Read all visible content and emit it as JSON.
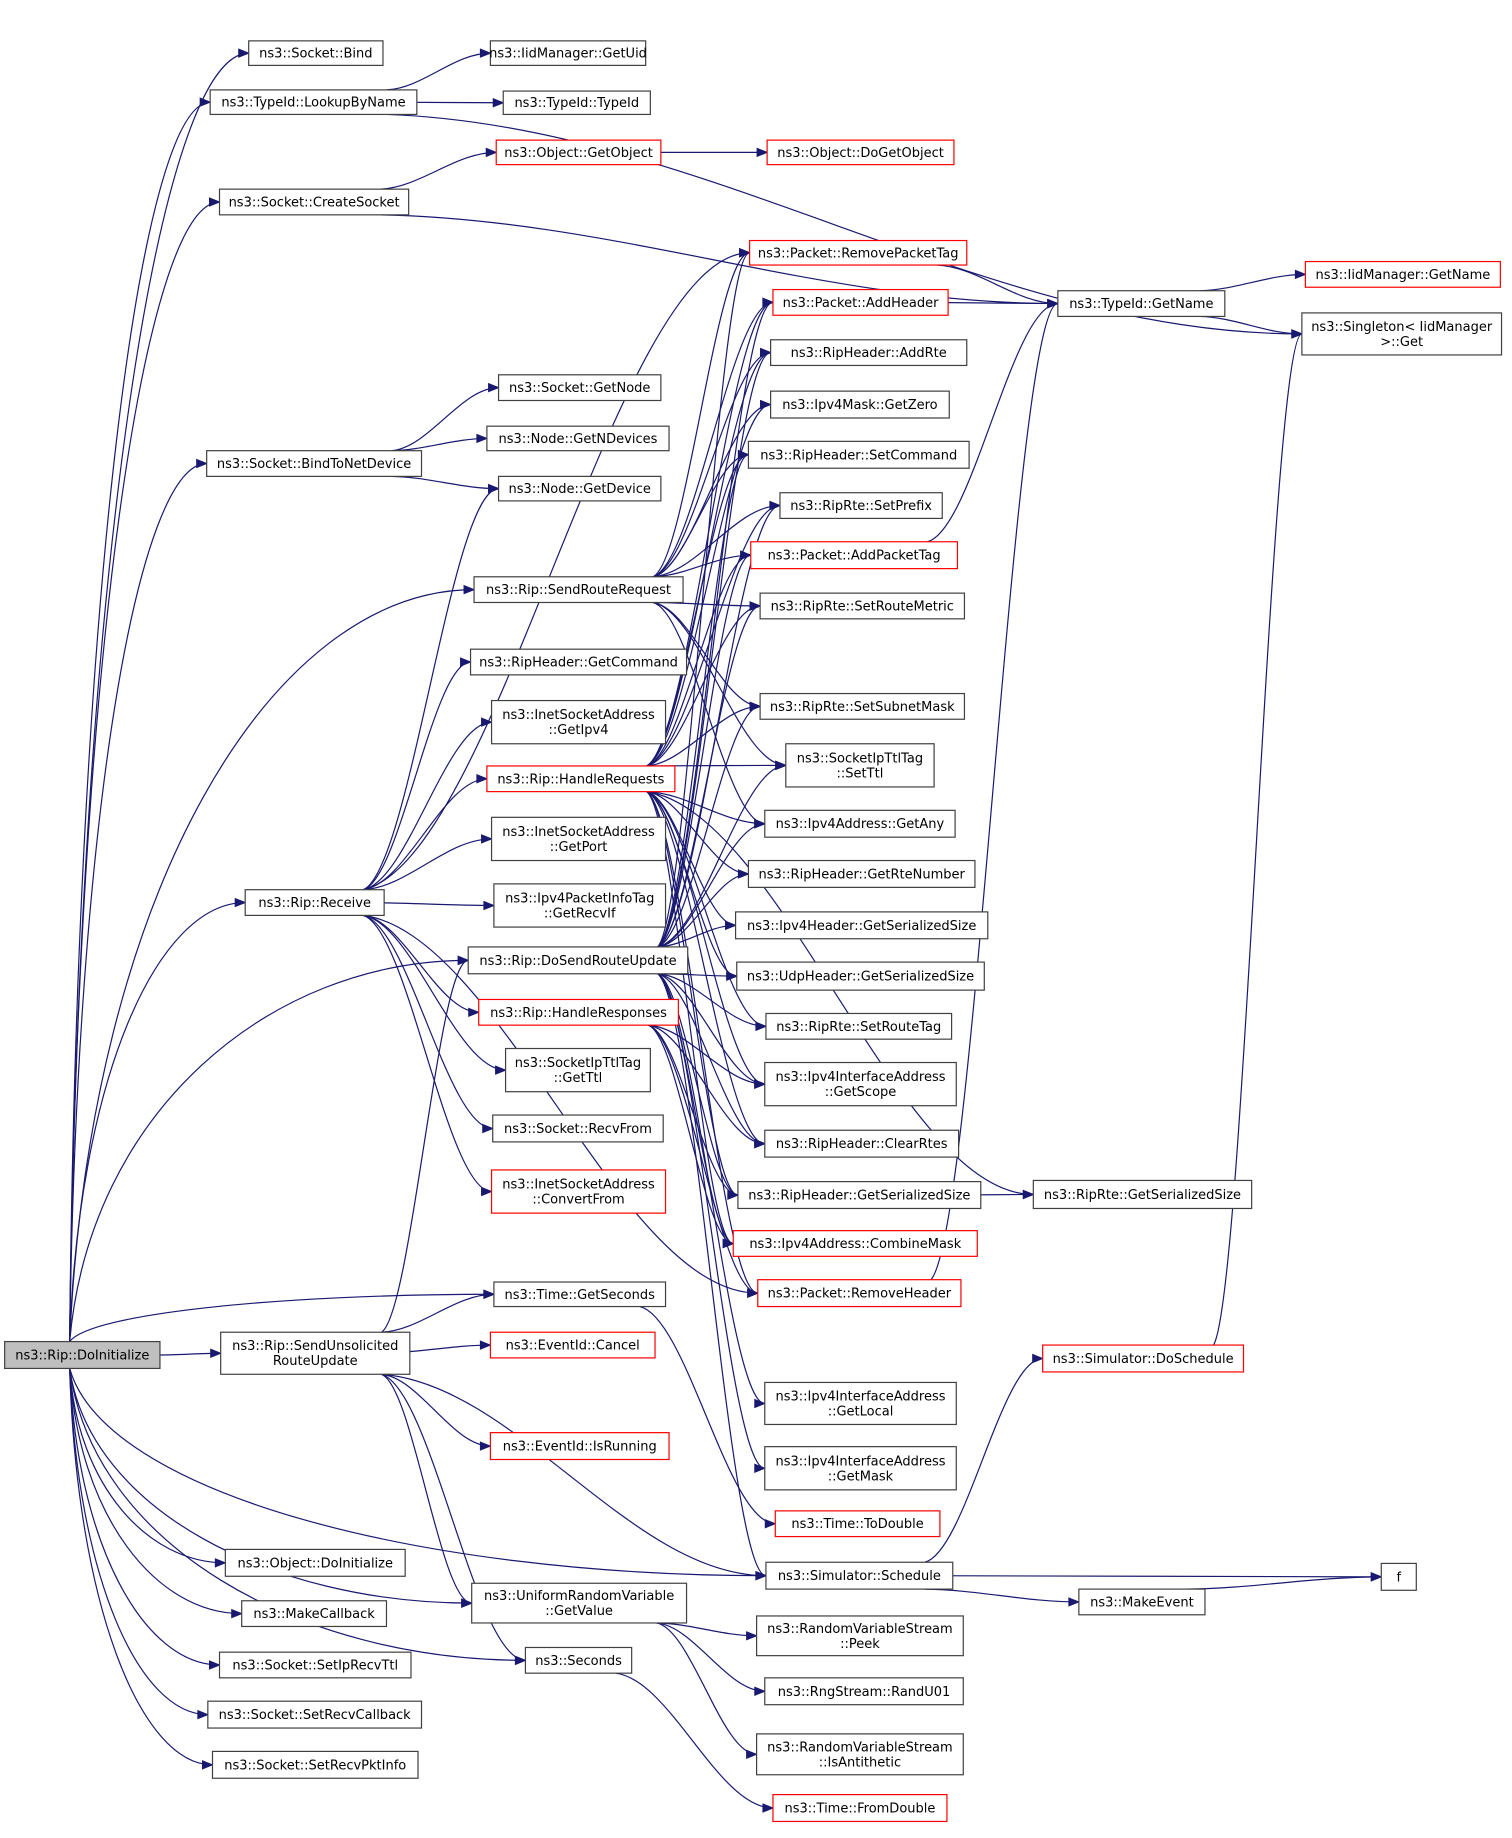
{
  "title": "Call graph of ns3::Rip::DoInitialize",
  "colors": {
    "edge": "#191970",
    "node_border": "#404040",
    "node_border_external": "#ff0000",
    "root_fill": "#bfbfbf",
    "node_fill": "#ffffff"
  },
  "nodes": [
    {
      "id": "doinit",
      "lines": [
        "ns3::Rip::DoInitialize"
      ],
      "style": "root"
    },
    {
      "id": "bind",
      "lines": [
        "ns3::Socket::Bind"
      ],
      "style": "normal"
    },
    {
      "id": "lookup",
      "lines": [
        "ns3::TypeId::LookupByName"
      ],
      "style": "normal"
    },
    {
      "id": "getuid",
      "lines": [
        "ns3::IidManager::GetUid"
      ],
      "style": "normal"
    },
    {
      "id": "typeid",
      "lines": [
        "ns3::TypeId::TypeId"
      ],
      "style": "normal"
    },
    {
      "id": "getobject",
      "lines": [
        "ns3::Object::GetObject"
      ],
      "style": "red"
    },
    {
      "id": "dogetobject",
      "lines": [
        "ns3::Object::DoGetObject"
      ],
      "style": "red"
    },
    {
      "id": "createsocket",
      "lines": [
        "ns3::Socket::CreateSocket"
      ],
      "style": "normal"
    },
    {
      "id": "removepackettag",
      "lines": [
        "ns3::Packet::RemovePacketTag"
      ],
      "style": "red"
    },
    {
      "id": "addheader",
      "lines": [
        "ns3::Packet::AddHeader"
      ],
      "style": "red"
    },
    {
      "id": "getname",
      "lines": [
        "ns3::TypeId::GetName"
      ],
      "style": "normal"
    },
    {
      "id": "iidgetname",
      "lines": [
        "ns3::IidManager::GetName"
      ],
      "style": "red"
    },
    {
      "id": "singleton",
      "lines": [
        "ns3::Singleton< IidManager",
        ">::Get"
      ],
      "style": "normal"
    },
    {
      "id": "addrte",
      "lines": [
        "ns3::RipHeader::AddRte"
      ],
      "style": "normal"
    },
    {
      "id": "getnode",
      "lines": [
        "ns3::Socket::GetNode"
      ],
      "style": "normal"
    },
    {
      "id": "getzero",
      "lines": [
        "ns3::Ipv4Mask::GetZero"
      ],
      "style": "normal"
    },
    {
      "id": "getndevices",
      "lines": [
        "ns3::Node::GetNDevices"
      ],
      "style": "normal"
    },
    {
      "id": "bindtonetdevice",
      "lines": [
        "ns3::Socket::BindToNetDevice"
      ],
      "style": "normal"
    },
    {
      "id": "setcommand",
      "lines": [
        "ns3::RipHeader::SetCommand"
      ],
      "style": "normal"
    },
    {
      "id": "getdevice",
      "lines": [
        "ns3::Node::GetDevice"
      ],
      "style": "normal"
    },
    {
      "id": "setprefix",
      "lines": [
        "ns3::RipRte::SetPrefix"
      ],
      "style": "normal"
    },
    {
      "id": "addpackettag",
      "lines": [
        "ns3::Packet::AddPacketTag"
      ],
      "style": "red"
    },
    {
      "id": "sendrouterequest",
      "lines": [
        "ns3::Rip::SendRouteRequest"
      ],
      "style": "normal"
    },
    {
      "id": "setroutemetric",
      "lines": [
        "ns3::RipRte::SetRouteMetric"
      ],
      "style": "normal"
    },
    {
      "id": "getcommand",
      "lines": [
        "ns3::RipHeader::GetCommand"
      ],
      "style": "normal"
    },
    {
      "id": "setsubnetmask",
      "lines": [
        "ns3::RipRte::SetSubnetMask"
      ],
      "style": "normal"
    },
    {
      "id": "getipv4",
      "lines": [
        "ns3::InetSocketAddress",
        "::GetIpv4"
      ],
      "style": "normal"
    },
    {
      "id": "setttl",
      "lines": [
        "ns3::SocketIpTtlTag",
        "::SetTtl"
      ],
      "style": "normal"
    },
    {
      "id": "handlerequests",
      "lines": [
        "ns3::Rip::HandleRequests"
      ],
      "style": "red"
    },
    {
      "id": "getany",
      "lines": [
        "ns3::Ipv4Address::GetAny"
      ],
      "style": "normal"
    },
    {
      "id": "getport",
      "lines": [
        "ns3::InetSocketAddress",
        "::GetPort"
      ],
      "style": "normal"
    },
    {
      "id": "getrtenumber",
      "lines": [
        "ns3::RipHeader::GetRteNumber"
      ],
      "style": "normal"
    },
    {
      "id": "receive",
      "lines": [
        "ns3::Rip::Receive"
      ],
      "style": "normal"
    },
    {
      "id": "getrecvif",
      "lines": [
        "ns3::Ipv4PacketInfoTag",
        "::GetRecvIf"
      ],
      "style": "normal"
    },
    {
      "id": "ipv4hdrsize",
      "lines": [
        "ns3::Ipv4Header::GetSerializedSize"
      ],
      "style": "normal"
    },
    {
      "id": "dosendrouteupdate",
      "lines": [
        "ns3::Rip::DoSendRouteUpdate"
      ],
      "style": "normal"
    },
    {
      "id": "udphdrsize",
      "lines": [
        "ns3::UdpHeader::GetSerializedSize"
      ],
      "style": "normal"
    },
    {
      "id": "handleresponses",
      "lines": [
        "ns3::Rip::HandleResponses"
      ],
      "style": "red"
    },
    {
      "id": "setroutetag",
      "lines": [
        "ns3::RipRte::SetRouteTag"
      ],
      "style": "normal"
    },
    {
      "id": "getttl",
      "lines": [
        "ns3::SocketIpTtlTag",
        "::GetTtl"
      ],
      "style": "normal"
    },
    {
      "id": "getscope",
      "lines": [
        "ns3::Ipv4InterfaceAddress",
        "::GetScope"
      ],
      "style": "normal"
    },
    {
      "id": "recvfrom",
      "lines": [
        "ns3::Socket::RecvFrom"
      ],
      "style": "normal"
    },
    {
      "id": "clearrtes",
      "lines": [
        "ns3::RipHeader::ClearRtes"
      ],
      "style": "normal"
    },
    {
      "id": "convertfrom",
      "lines": [
        "ns3::InetSocketAddress",
        "::ConvertFrom"
      ],
      "style": "red"
    },
    {
      "id": "riphdrsize",
      "lines": [
        "ns3::RipHeader::GetSerializedSize"
      ],
      "style": "normal"
    },
    {
      "id": "ripgrtesize",
      "lines": [
        "ns3::RipRte::GetSerializedSize"
      ],
      "style": "normal"
    },
    {
      "id": "combinemask",
      "lines": [
        "ns3::Ipv4Address::CombineMask"
      ],
      "style": "red"
    },
    {
      "id": "removeheader",
      "lines": [
        "ns3::Packet::RemoveHeader"
      ],
      "style": "red"
    },
    {
      "id": "getseconds",
      "lines": [
        "ns3::Time::GetSeconds"
      ],
      "style": "normal"
    },
    {
      "id": "sendunsolicited",
      "lines": [
        "ns3::Rip::SendUnsolicited",
        "RouteUpdate"
      ],
      "style": "normal"
    },
    {
      "id": "cancel",
      "lines": [
        "ns3::EventId::Cancel"
      ],
      "style": "red"
    },
    {
      "id": "doschedule",
      "lines": [
        "ns3::Simulator::DoSchedule"
      ],
      "style": "red"
    },
    {
      "id": "getlocal",
      "lines": [
        "ns3::Ipv4InterfaceAddress",
        "::GetLocal"
      ],
      "style": "normal"
    },
    {
      "id": "isrunning",
      "lines": [
        "ns3::EventId::IsRunning"
      ],
      "style": "red"
    },
    {
      "id": "getmask",
      "lines": [
        "ns3::Ipv4InterfaceAddress",
        "::GetMask"
      ],
      "style": "normal"
    },
    {
      "id": "todouble",
      "lines": [
        "ns3::Time::ToDouble"
      ],
      "style": "red"
    },
    {
      "id": "objdoinit",
      "lines": [
        "ns3::Object::DoInitialize"
      ],
      "style": "normal"
    },
    {
      "id": "schedule",
      "lines": [
        "ns3::Simulator::Schedule"
      ],
      "style": "normal"
    },
    {
      "id": "f",
      "lines": [
        "f"
      ],
      "style": "normal"
    },
    {
      "id": "makeevent",
      "lines": [
        "ns3::MakeEvent"
      ],
      "style": "normal"
    },
    {
      "id": "uniformgetvalue",
      "lines": [
        "ns3::UniformRandomVariable",
        "::GetValue"
      ],
      "style": "normal"
    },
    {
      "id": "makecallback",
      "lines": [
        "ns3::MakeCallback"
      ],
      "style": "normal"
    },
    {
      "id": "peek",
      "lines": [
        "ns3::RandomVariableStream",
        "::Peek"
      ],
      "style": "normal"
    },
    {
      "id": "setiprecvttl",
      "lines": [
        "ns3::Socket::SetIpRecvTtl"
      ],
      "style": "normal"
    },
    {
      "id": "seconds",
      "lines": [
        "ns3::Seconds"
      ],
      "style": "normal"
    },
    {
      "id": "randu01",
      "lines": [
        "ns3::RngStream::RandU01"
      ],
      "style": "normal"
    },
    {
      "id": "setrecvcallback",
      "lines": [
        "ns3::Socket::SetRecvCallback"
      ],
      "style": "normal"
    },
    {
      "id": "isantithetic",
      "lines": [
        "ns3::RandomVariableStream",
        "::IsAntithetic"
      ],
      "style": "normal"
    },
    {
      "id": "setrecvpktinfo",
      "lines": [
        "ns3::Socket::SetRecvPktInfo"
      ],
      "style": "normal"
    },
    {
      "id": "fromdouble",
      "lines": [
        "ns3::Time::FromDouble"
      ],
      "style": "red"
    }
  ],
  "edges": [
    [
      "doinit",
      "bind"
    ],
    [
      "doinit",
      "lookup"
    ],
    [
      "doinit",
      "createsocket"
    ],
    [
      "doinit",
      "bindtonetdevice"
    ],
    [
      "doinit",
      "sendrouterequest"
    ],
    [
      "doinit",
      "receive"
    ],
    [
      "doinit",
      "dosendrouteupdate"
    ],
    [
      "doinit",
      "getseconds"
    ],
    [
      "doinit",
      "sendunsolicited"
    ],
    [
      "doinit",
      "objdoinit"
    ],
    [
      "doinit",
      "makecallback"
    ],
    [
      "doinit",
      "setiprecvttl"
    ],
    [
      "doinit",
      "setrecvcallback"
    ],
    [
      "doinit",
      "setrecvpktinfo"
    ],
    [
      "doinit",
      "schedule"
    ],
    [
      "doinit",
      "uniformgetvalue"
    ],
    [
      "doinit",
      "seconds"
    ],
    [
      "lookup",
      "getuid"
    ],
    [
      "lookup",
      "typeid"
    ],
    [
      "lookup",
      "singleton"
    ],
    [
      "createsocket",
      "getobject"
    ],
    [
      "createsocket",
      "getname"
    ],
    [
      "getobject",
      "dogetobject"
    ],
    [
      "removepackettag",
      "getname"
    ],
    [
      "addheader",
      "getname"
    ],
    [
      "getname",
      "iidgetname"
    ],
    [
      "getname",
      "singleton"
    ],
    [
      "addpackettag",
      "getname"
    ],
    [
      "removeheader",
      "getname"
    ],
    [
      "bindtonetdevice",
      "getnode"
    ],
    [
      "bindtonetdevice",
      "getndevices"
    ],
    [
      "bindtonetdevice",
      "getdevice"
    ],
    [
      "sendrouterequest",
      "removepackettag"
    ],
    [
      "sendrouterequest",
      "addheader"
    ],
    [
      "sendrouterequest",
      "addrte"
    ],
    [
      "sendrouterequest",
      "getzero"
    ],
    [
      "sendrouterequest",
      "setcommand"
    ],
    [
      "sendrouterequest",
      "setprefix"
    ],
    [
      "sendrouterequest",
      "addpackettag"
    ],
    [
      "sendrouterequest",
      "setroutemetric"
    ],
    [
      "sendrouterequest",
      "setsubnetmask"
    ],
    [
      "sendrouterequest",
      "setttl"
    ],
    [
      "sendrouterequest",
      "getany"
    ],
    [
      "receive",
      "getdevice"
    ],
    [
      "receive",
      "getcommand"
    ],
    [
      "receive",
      "getipv4"
    ],
    [
      "receive",
      "handlerequests"
    ],
    [
      "receive",
      "getport"
    ],
    [
      "receive",
      "getrecvif"
    ],
    [
      "receive",
      "handleresponses"
    ],
    [
      "receive",
      "getttl"
    ],
    [
      "receive",
      "recvfrom"
    ],
    [
      "receive",
      "convertfrom"
    ],
    [
      "receive",
      "removeheader"
    ],
    [
      "receive",
      "removepackettag"
    ],
    [
      "handlerequests",
      "addheader"
    ],
    [
      "handlerequests",
      "addrte"
    ],
    [
      "handlerequests",
      "getzero"
    ],
    [
      "handlerequests",
      "setcommand"
    ],
    [
      "handlerequests",
      "setprefix"
    ],
    [
      "handlerequests",
      "addpackettag"
    ],
    [
      "handlerequests",
      "setroutemetric"
    ],
    [
      "handlerequests",
      "setsubnetmask"
    ],
    [
      "handlerequests",
      "setttl"
    ],
    [
      "handlerequests",
      "getany"
    ],
    [
      "handlerequests",
      "getrtenumber"
    ],
    [
      "handlerequests",
      "ipv4hdrsize"
    ],
    [
      "handlerequests",
      "udphdrsize"
    ],
    [
      "handlerequests",
      "setroutetag"
    ],
    [
      "handlerequests",
      "getscope"
    ],
    [
      "handlerequests",
      "clearrtes"
    ],
    [
      "handlerequests",
      "riphdrsize"
    ],
    [
      "handlerequests",
      "combinemask"
    ],
    [
      "handlerequests",
      "removeheader"
    ],
    [
      "handlerequests",
      "ripgrtesize"
    ],
    [
      "dosendrouteupdate",
      "removepackettag"
    ],
    [
      "dosendrouteupdate",
      "addheader"
    ],
    [
      "dosendrouteupdate",
      "addrte"
    ],
    [
      "dosendrouteupdate",
      "setcommand"
    ],
    [
      "dosendrouteupdate",
      "setprefix"
    ],
    [
      "dosendrouteupdate",
      "addpackettag"
    ],
    [
      "dosendrouteupdate",
      "setroutemetric"
    ],
    [
      "dosendrouteupdate",
      "setsubnetmask"
    ],
    [
      "dosendrouteupdate",
      "setttl"
    ],
    [
      "dosendrouteupdate",
      "getany"
    ],
    [
      "dosendrouteupdate",
      "getrtenumber"
    ],
    [
      "dosendrouteupdate",
      "ipv4hdrsize"
    ],
    [
      "dosendrouteupdate",
      "udphdrsize"
    ],
    [
      "dosendrouteupdate",
      "setroutetag"
    ],
    [
      "dosendrouteupdate",
      "getscope"
    ],
    [
      "dosendrouteupdate",
      "clearrtes"
    ],
    [
      "dosendrouteupdate",
      "riphdrsize"
    ],
    [
      "dosendrouteupdate",
      "combinemask"
    ],
    [
      "dosendrouteupdate",
      "getlocal"
    ],
    [
      "dosendrouteupdate",
      "getmask"
    ],
    [
      "dosendrouteupdate",
      "schedule"
    ],
    [
      "handleresponses",
      "getscope"
    ],
    [
      "handleresponses",
      "riphdrsize"
    ],
    [
      "handleresponses",
      "combinemask"
    ],
    [
      "handleresponses",
      "removeheader"
    ],
    [
      "handleresponses",
      "clearrtes"
    ],
    [
      "riphdrsize",
      "ripgrtesize"
    ],
    [
      "sendunsolicited",
      "dosendrouteupdate"
    ],
    [
      "sendunsolicited",
      "getseconds"
    ],
    [
      "sendunsolicited",
      "cancel"
    ],
    [
      "sendunsolicited",
      "isrunning"
    ],
    [
      "sendunsolicited",
      "schedule"
    ],
    [
      "sendunsolicited",
      "uniformgetvalue"
    ],
    [
      "sendunsolicited",
      "seconds"
    ],
    [
      "getseconds",
      "todouble"
    ],
    [
      "schedule",
      "doschedule"
    ],
    [
      "schedule",
      "f"
    ],
    [
      "schedule",
      "makeevent"
    ],
    [
      "makeevent",
      "f"
    ],
    [
      "doschedule",
      "singleton"
    ],
    [
      "uniformgetvalue",
      "peek"
    ],
    [
      "uniformgetvalue",
      "randu01"
    ],
    [
      "uniformgetvalue",
      "isantithetic"
    ],
    [
      "seconds",
      "fromdouble"
    ]
  ]
}
